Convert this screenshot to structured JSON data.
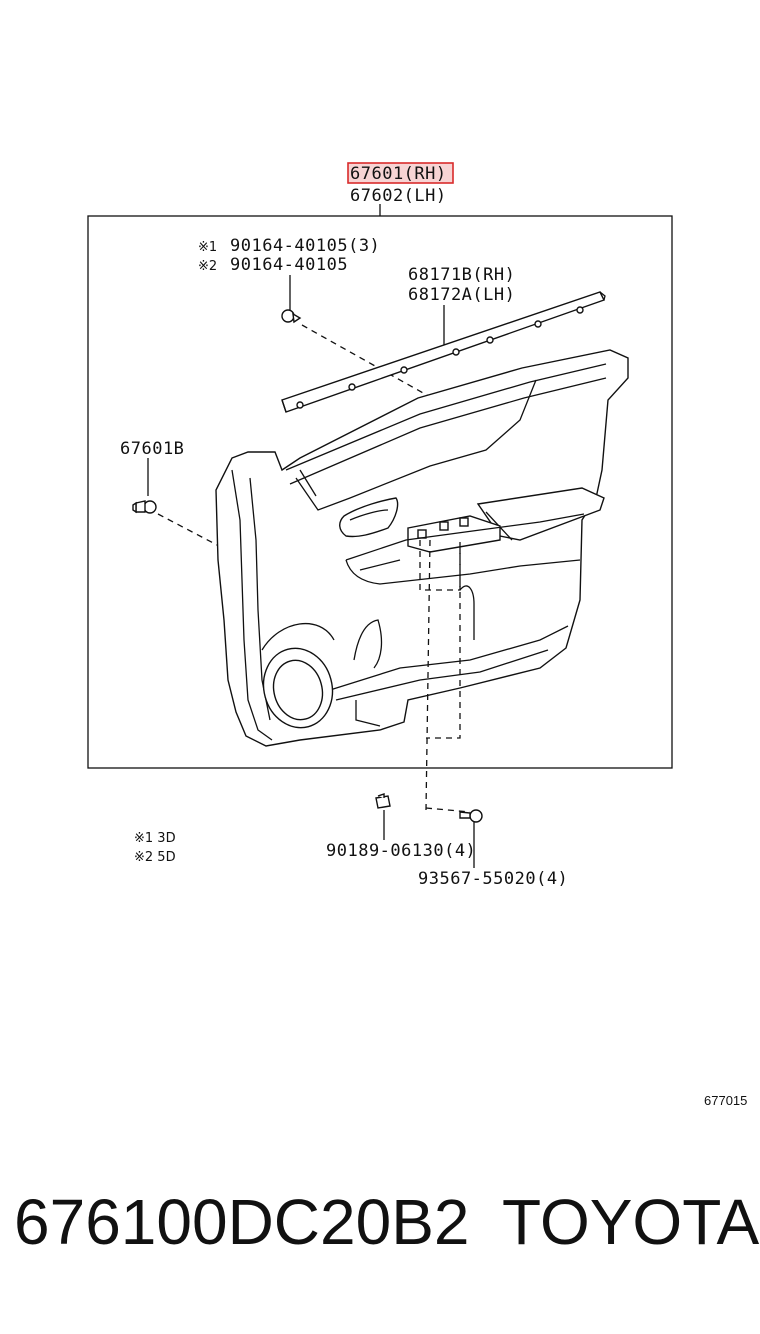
{
  "callouts": {
    "main_rh": "67601(RH)",
    "main_lh": "67602(LH)",
    "clip_note1": "90164-40105(3)",
    "clip_note2": "90164-40105",
    "weatherstrip_rh": "68171B(RH)",
    "weatherstrip_lh": "68172A(LH)",
    "side_clip": "67601B",
    "nut_part": "90189-06130(4)",
    "screw_part": "93567-55020(4)"
  },
  "notes": {
    "mark1": "※1",
    "mark2": "※2",
    "legend1": "※1 3D",
    "legend2": "※2 5D"
  },
  "figure_code": "677015",
  "footer": {
    "part_number": "676100DC20B2",
    "brand": "TOYOTA"
  },
  "colors": {
    "highlight_border": "#d92b2b",
    "highlight_fill": "#f7d4d4"
  }
}
